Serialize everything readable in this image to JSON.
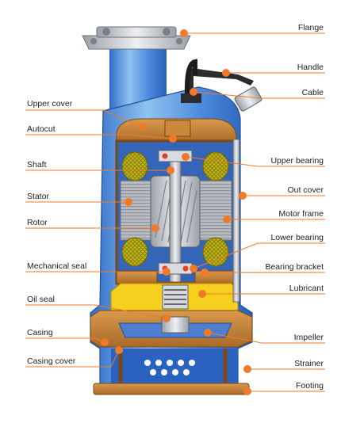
{
  "colors": {
    "accent": "#f07a2a",
    "housing_blue": "#3b7ad6",
    "housing_light": "#8fc3f0",
    "bronze": "#c9883c",
    "lubricant": "#f5d01e",
    "steel": "#c8ccd2",
    "winding": "#c9c21a"
  },
  "labels_left": [
    {
      "id": "upper-cover",
      "text": "Upper cover"
    },
    {
      "id": "autocut",
      "text": "Autocut"
    },
    {
      "id": "shaft",
      "text": "Shaft"
    },
    {
      "id": "stator",
      "text": "Stator"
    },
    {
      "id": "rotor",
      "text": "Rotor"
    },
    {
      "id": "mechanical-seal",
      "text": "Mechanical seal"
    },
    {
      "id": "oil-seal",
      "text": "Oil seal"
    },
    {
      "id": "casing",
      "text": "Casing"
    },
    {
      "id": "casing-cover",
      "text": "Casing cover"
    }
  ],
  "labels_right": [
    {
      "id": "flange",
      "text": "Flange"
    },
    {
      "id": "handle",
      "text": "Handle"
    },
    {
      "id": "cable",
      "text": "Cable"
    },
    {
      "id": "upper-bearing",
      "text": "Upper bearing"
    },
    {
      "id": "out-cover",
      "text": "Out cover"
    },
    {
      "id": "motor-frame",
      "text": "Motor frame"
    },
    {
      "id": "lower-bearing",
      "text": "Lower bearing"
    },
    {
      "id": "bearing-bracket",
      "text": "Bearing bracket"
    },
    {
      "id": "lubricant",
      "text": "Lubricant"
    },
    {
      "id": "impeller",
      "text": "Impeller"
    },
    {
      "id": "strainer",
      "text": "Strainer"
    },
    {
      "id": "footing",
      "text": "Footing"
    }
  ]
}
